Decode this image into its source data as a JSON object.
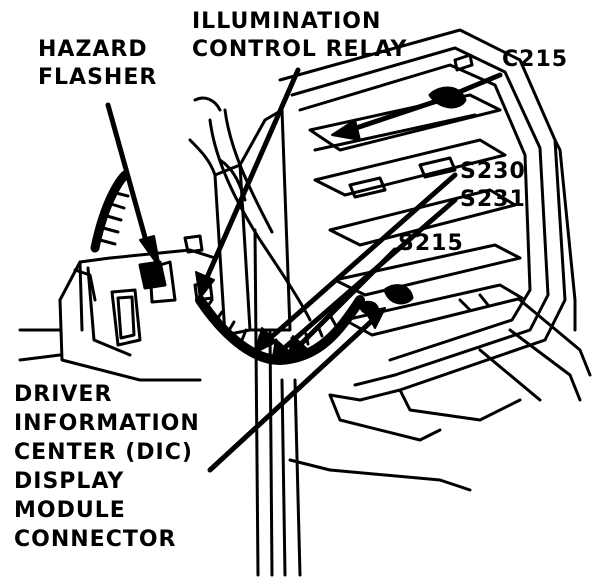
{
  "labels": {
    "hazard_flasher": [
      "HAZARD",
      "FLASHER"
    ],
    "illumination_relay": [
      "ILLUMINATION",
      "CONTROL RELAY"
    ],
    "c215": "C215",
    "s230": "S230",
    "s231": "S231",
    "s215": "S215",
    "dic_connector": [
      "DRIVER",
      "INFORMATION",
      "CENTER (DIC)",
      "DISPLAY",
      "MODULE",
      "CONNECTOR"
    ]
  },
  "colors": {
    "ink": "#000000",
    "paper": "#ffffff"
  }
}
